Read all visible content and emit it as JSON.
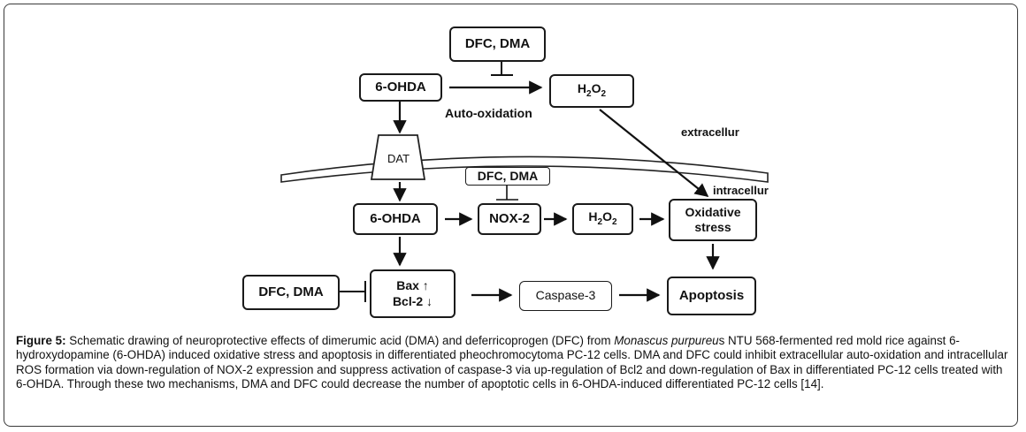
{
  "diagram": {
    "top_inhibitor": "DFC, DMA",
    "ohda_extracellular": "6-OHDA",
    "h2o2_top": {
      "base": "H",
      "sub1": "2",
      "mid": "O",
      "sub2": "2"
    },
    "auto_oxidation": "Auto-oxidation",
    "extracellular": "extracellur",
    "intracellular": "intracellur",
    "dat": "DAT",
    "mid_inhibitor": "DFC, DMA",
    "ohda_intracellular": "6-OHDA",
    "nox2": "NOX-2",
    "h2o2_mid": {
      "base": "H",
      "sub1": "2",
      "mid": "O",
      "sub2": "2"
    },
    "oxidative_stress_line1": "Oxidative",
    "oxidative_stress_line2": "stress",
    "left_inhibitor": "DFC, DMA",
    "bax": "Bax ↑",
    "bcl2": "Bcl-2 ↓",
    "caspase3": "Caspase-3",
    "apoptosis": "Apoptosis"
  },
  "caption": {
    "label": "Figure 5:",
    "text_part1": " Schematic drawing of neuroprotective effects of dimerumic acid (DMA) and deferricoprogen (DFC) from ",
    "species": "Monascus purpureu",
    "text_part2": "s NTU 568-fermented red mold rice against 6-hydroxydopamine (6-OHDA) induced oxidative stress and apoptosis in differentiated pheochromocytoma PC-12 cells. DMA and DFC could inhibit extracellular auto-oxidation and intracellular ROS formation via down-regulation of NOX-2 expression and suppress activation of caspase-3 via up-regulation of Bcl2 and down-regulation of Bax in differentiated PC-12 cells treated with 6-OHDA. Through these two mechanisms, DMA and DFC could decrease the number of apoptotic cells in 6-OHDA-induced differentiated PC-12 cells [14]."
  }
}
